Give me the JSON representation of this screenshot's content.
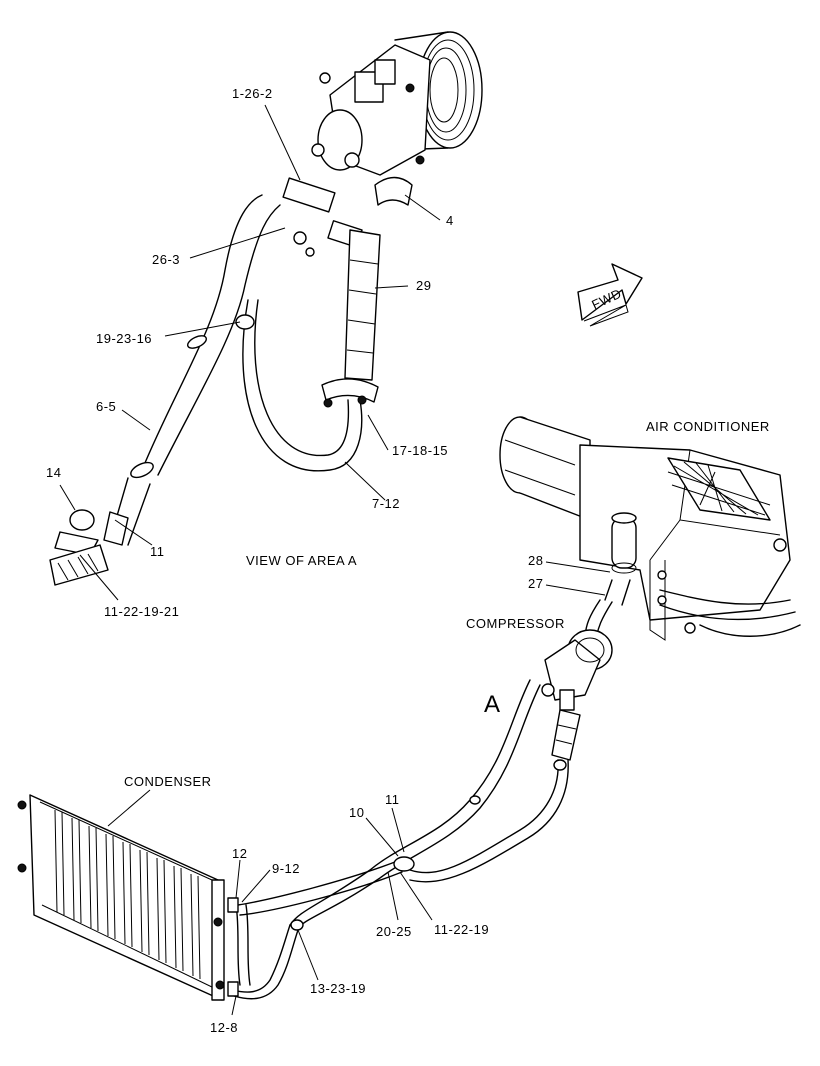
{
  "callouts": {
    "c_1_26_2": "1-26-2",
    "c_4": "4",
    "c_26_3": "26-3",
    "c_29": "29",
    "c_19_23_16": "19-23-16",
    "c_6_5": "6-5",
    "c_17_18_15": "17-18-15",
    "c_14": "14",
    "c_7_12": "7-12",
    "c_11a": "11",
    "c_11_22_19_21": "11-22-19-21",
    "c_28": "28",
    "c_27": "27",
    "c_10": "10",
    "c_11b": "11",
    "c_12": "12",
    "c_9_12": "9-12",
    "c_20_25": "20-25",
    "c_11_22_19": "11-22-19",
    "c_13_23_19": "13-23-19",
    "c_12_8": "12-8"
  },
  "labels": {
    "air_conditioner": "AIR CONDITIONER",
    "view_of_area": "VIEW OF AREA  A",
    "compressor": "COMPRESSOR",
    "area_a": "A",
    "condenser": "CONDENSER",
    "fwd": "FWD"
  }
}
